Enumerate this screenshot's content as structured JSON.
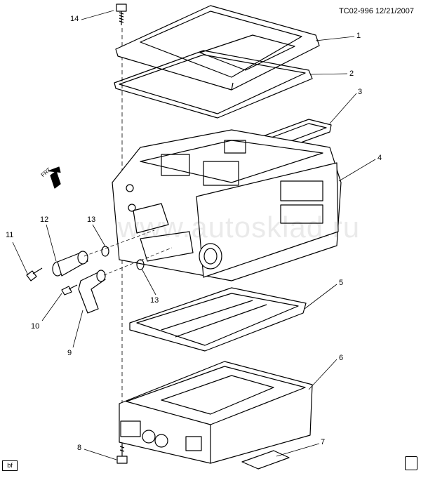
{
  "header": {
    "code": "TC02-996",
    "date": "12/21/2007"
  },
  "watermark": "www.autosklad.ru",
  "corner_tag": "bf",
  "orientation_mark": "FRT",
  "callouts": {
    "c1": "1",
    "c2": "2",
    "c3": "3",
    "c4": "4",
    "c5": "5",
    "c6": "6",
    "c7": "7",
    "c8": "8",
    "c9": "9",
    "c10": "10",
    "c11": "11",
    "c12": "12",
    "c13a": "13",
    "c13b": "13",
    "c14": "14"
  }
}
